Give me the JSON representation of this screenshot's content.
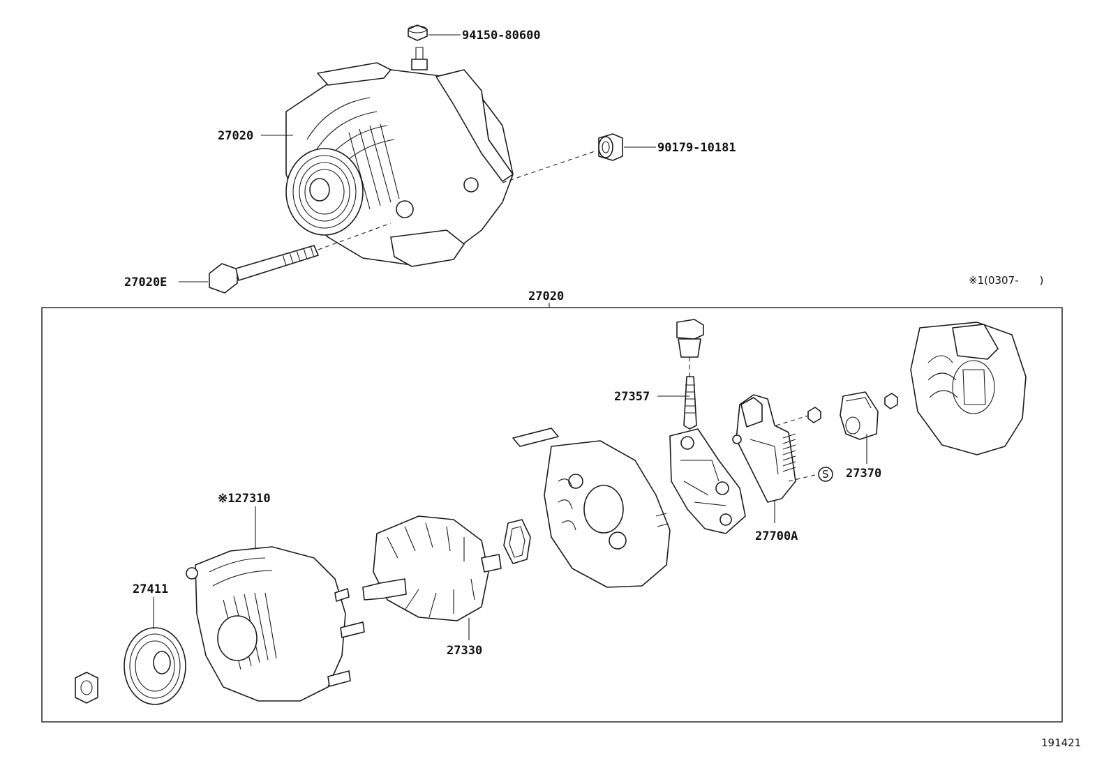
{
  "diagram": {
    "parts": {
      "nut_94150": "94150-80600",
      "alt_assy_top": "27020",
      "cap_90179": "90179-10181",
      "bolt_27020E": "27020E",
      "exploded_group": "27020",
      "terminal_27357": "27357",
      "holder_27370": "27370",
      "frame_27310": "※127310",
      "regulator_27700A": "27700A",
      "pulley_27411": "27411",
      "rotor_27330": "27330"
    },
    "note": "※1(0307-　　)",
    "symbol_s": "S",
    "drawing_number": "191421"
  }
}
